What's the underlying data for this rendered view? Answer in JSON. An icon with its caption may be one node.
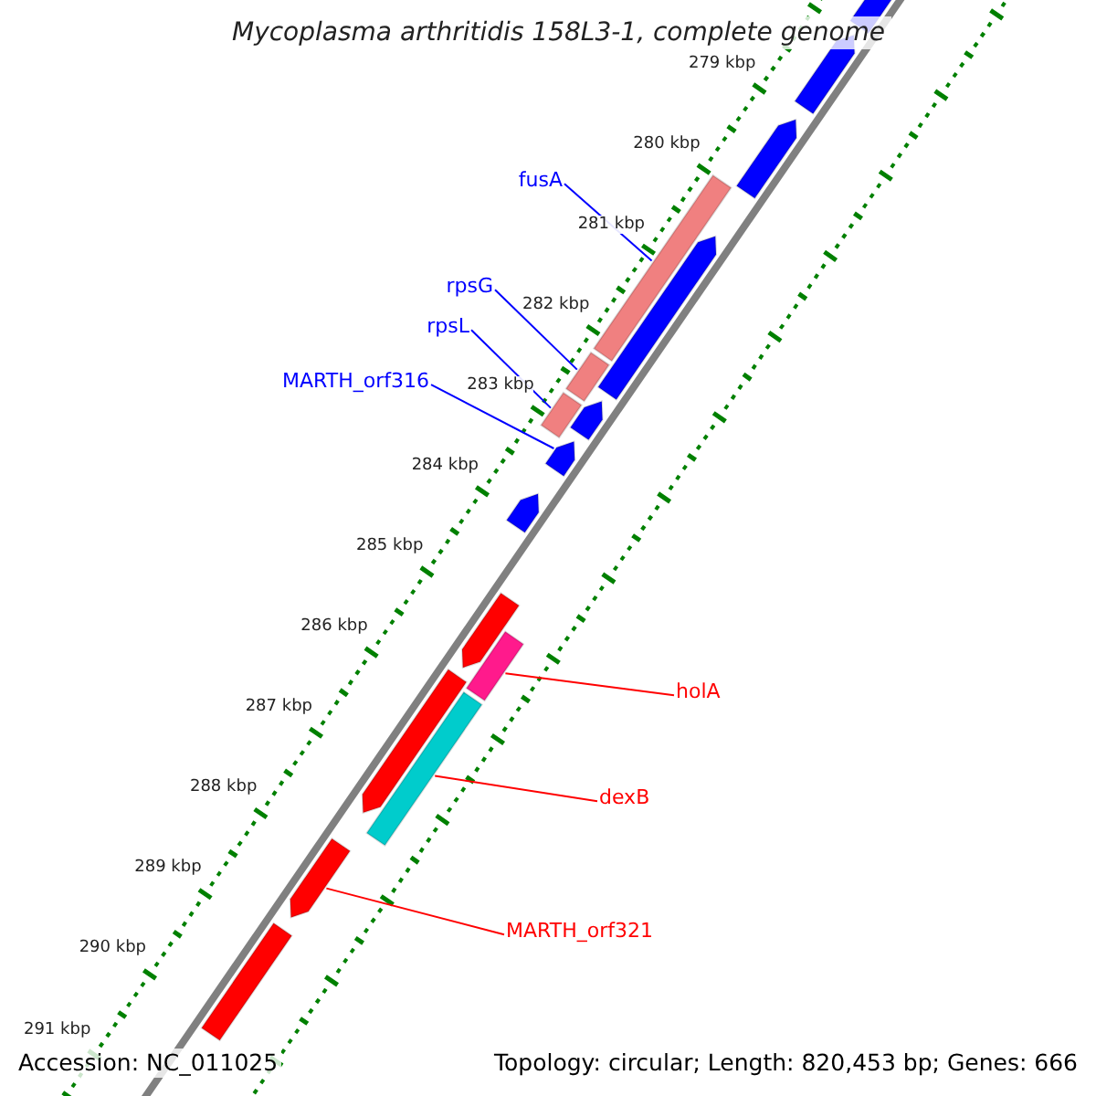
{
  "diagram": {
    "title": "Mycoplasma arthritidis 158L3-1, complete genome",
    "nodes": [
      {
        "text": [],
        "shape": "bar"
      },
      {
        "text": [],
        "shape": "bar"
      },
      {
        "text": [],
        "shape": "bar"
      },
      {
        "text": [
          "fusA"
        ]
      },
      {
        "text": [],
        "shape": "bar"
      },
      {
        "text": [],
        "shape": "bar"
      },
      {
        "text": [
          "rpsG"
        ]
      },
      {
        "text": [],
        "shape": "bar"
      },
      {
        "text": [
          "rpsL"
        ]
      },
      {
        "text": [],
        "shape": "bar"
      },
      {
        "text": [],
        "shape": "bar"
      },
      {
        "text": [
          "MARTH_orf316"
        ]
      },
      {
        "text": [],
        "shape": "bar"
      },
      {
        "text": [],
        "shape": "bar"
      },
      {
        "text": [],
        "shape": "bar"
      },
      {
        "text": [
          "holA"
        ]
      },
      {
        "text": [],
        "shape": "bar"
      },
      {
        "text": [],
        "shape": "bar"
      },
      {
        "text": [
          "dexB"
        ]
      },
      {
        "text": [],
        "shape": "bar"
      },
      {
        "text": [],
        "shape": "bar"
      },
      {
        "text": [
          "MARTH_orf321"
        ]
      },
      {
        "text": [],
        "shape": "bar"
      }
    ],
    "edges": [
      {
        "from": 3,
        "to": 4,
        "arrow": "none"
      },
      {
        "from": 6,
        "to": 7,
        "arrow": "none"
      },
      {
        "from": 8,
        "to": 9,
        "arrow": "none"
      },
      {
        "from": 11,
        "to": 12,
        "arrow": "none"
      },
      {
        "from": 15,
        "to": 16,
        "arrow": "none",
        "color": "#ff0000"
      },
      {
        "from": 18,
        "to": 19,
        "arrow": "none",
        "color": "#ff0000"
      },
      {
        "from": 21,
        "to": 20,
        "arrow": "none",
        "color": "#ff0000"
      }
    ],
    "labels": [
      "279 kbp",
      "280 kbp",
      "281 kbp",
      "282 kbp",
      "283 kbp",
      "284 kbp",
      "285 kbp",
      "286 kbp",
      "287 kbp",
      "288 kbp",
      "289 kbp",
      "290 kbp",
      "291 kbp",
      "Accession: NC_011025",
      "Topology: circular; Length: 820,453 bp; Genes: 666"
    ]
  }
}
